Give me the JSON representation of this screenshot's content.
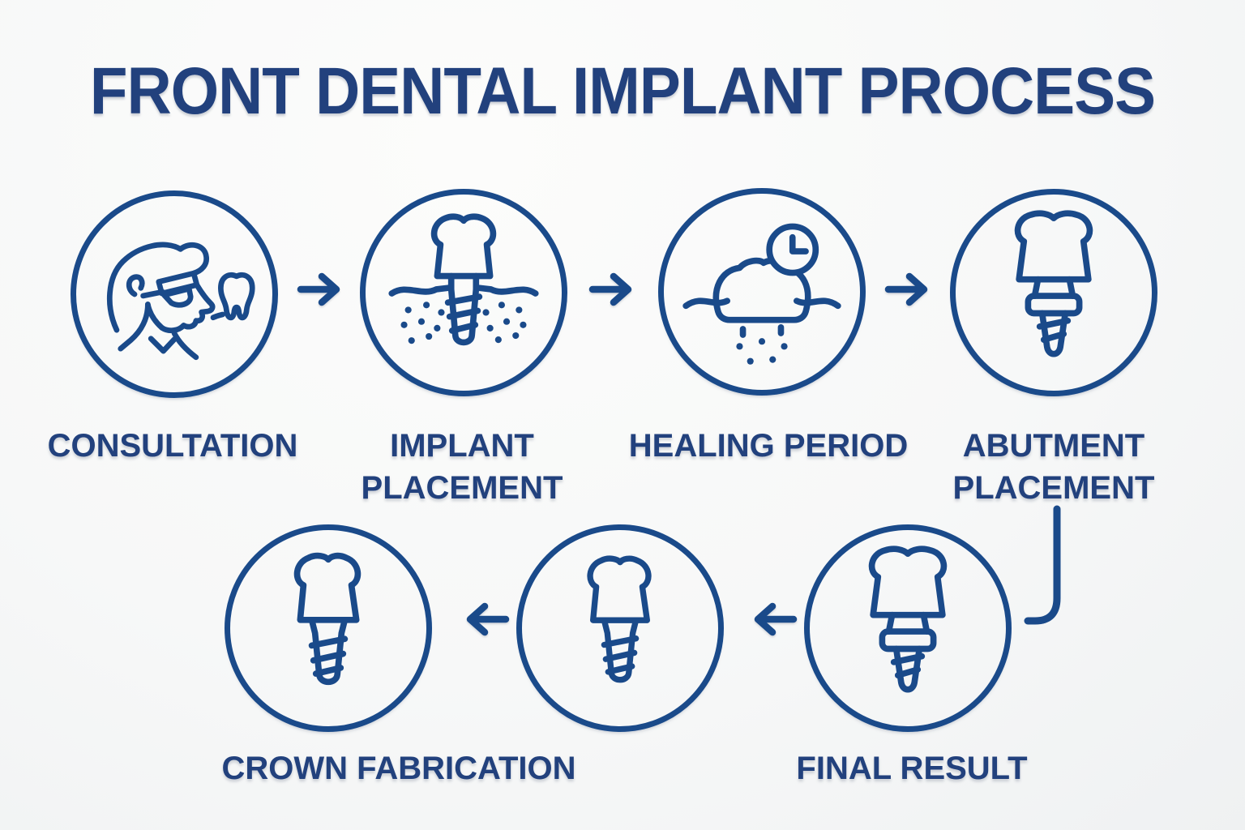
{
  "title": "FRONT DENTAL IMPLANT PROCESS",
  "colors": {
    "ink": "#1a4a8a",
    "text": "#22417d",
    "bg": "#f7f8f8"
  },
  "steps": [
    {
      "id": "consultation",
      "label": "CONSULTATION",
      "icon": "person-with-tooth-icon"
    },
    {
      "id": "implant-placement",
      "label_lines": [
        "IMPLANT",
        "PLACEMENT"
      ],
      "icon": "implant-screw-in-gum-icon"
    },
    {
      "id": "healing-period",
      "label": "HEALING PERIOD",
      "icon": "healing-gum-clock-icon"
    },
    {
      "id": "abutment-placement",
      "label_lines": [
        "ABUTMENT",
        "PLACEMENT"
      ],
      "icon": "implant-with-abutment-icon"
    },
    {
      "id": "crown-fabrication",
      "label": "CROWN FABRICATION",
      "icon": "crown-on-implant-icon"
    },
    {
      "id": "crown-step-unlabeled",
      "icon": "crown-on-implant-icon"
    },
    {
      "id": "final-result",
      "label": "FINAL RESULT",
      "icon": "implant-with-abutment-icon"
    }
  ]
}
